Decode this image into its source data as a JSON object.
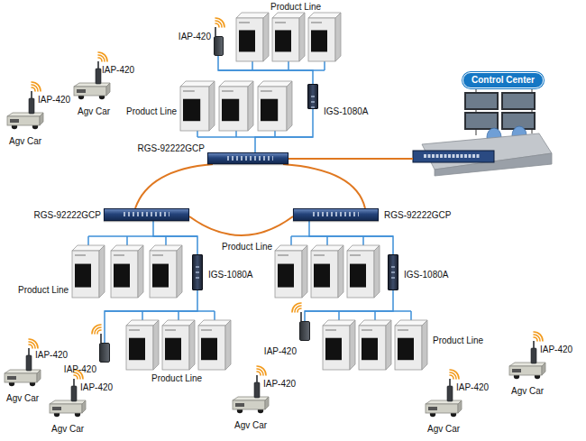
{
  "diagram": {
    "nodes": [
      {
        "text": [
          "IAP-420"
        ]
      },
      {
        "text": [
          "IGS-1080A"
        ]
      },
      {
        "text": [
          "Control Center"
        ]
      },
      {
        "text": [
          "RGS-92222GCP"
        ]
      },
      {
        "text": [
          "RGS-92222GCP"
        ]
      },
      {
        "text": [
          "RGS-92222GCP"
        ]
      },
      {
        "text": [
          "IGS-1080A"
        ]
      },
      {
        "text": [
          "IGS-1080A"
        ]
      },
      {
        "text": [
          "IAP-420"
        ]
      },
      {
        "text": [
          "IAP-420"
        ]
      }
    ],
    "edges": [
      {
        "from": 1,
        "to": 0,
        "arrow": "none"
      },
      {
        "from": 3,
        "to": 1,
        "arrow": "none"
      },
      {
        "from": 3,
        "to": 2,
        "arrow": "none"
      },
      {
        "from": 3,
        "to": 4,
        "arrow": "none"
      },
      {
        "from": 3,
        "to": 5,
        "arrow": "none"
      },
      {
        "from": 4,
        "to": 5,
        "arrow": "none"
      },
      {
        "from": 4,
        "to": 6,
        "arrow": "none"
      },
      {
        "from": 5,
        "to": 7,
        "arrow": "none"
      },
      {
        "from": 6,
        "to": 8,
        "arrow": "none"
      },
      {
        "from": 7,
        "to": 9,
        "arrow": "none"
      }
    ],
    "labels": [
      "Product Line",
      "IAP-420",
      "Agv Car",
      "IAP-420",
      "Agv Car",
      "Product Line",
      "Product Line",
      "Product Line",
      "Product Line",
      "Product Line",
      "IAP-420",
      "Agv Car",
      "IAP-420",
      "Agv Car",
      "IAP-420",
      "Agv Car",
      "IAP-420",
      "Agv Car",
      "IAP-420",
      "Agv Car"
    ]
  }
}
